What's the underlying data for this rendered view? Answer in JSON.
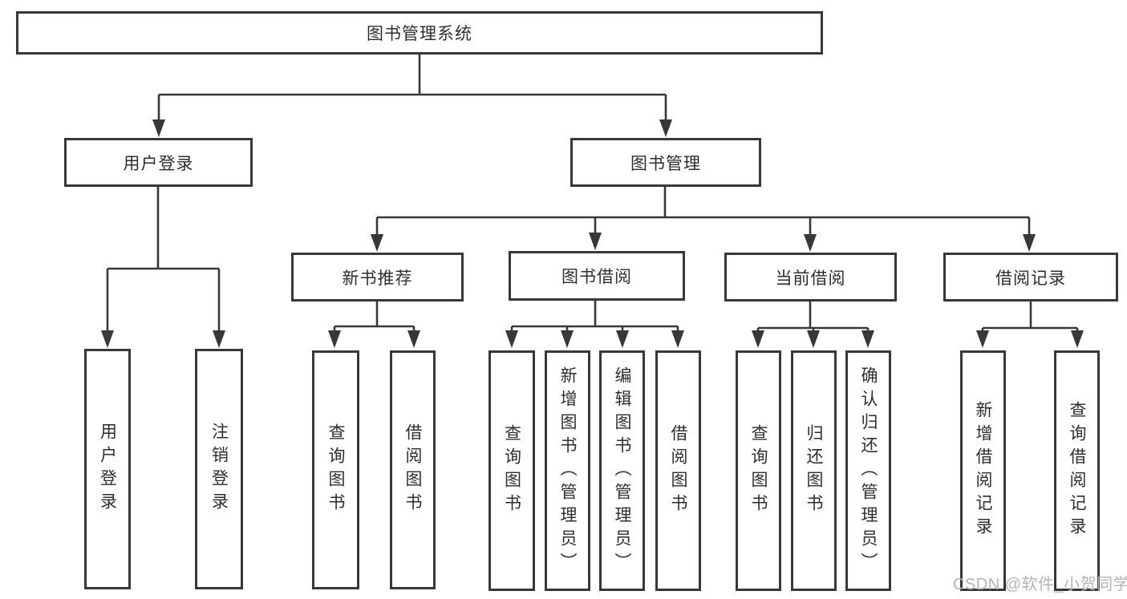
{
  "tree": {
    "label": "图书管理系统",
    "children": [
      {
        "label": "用户登录",
        "children": [
          {
            "label": "用户登录"
          },
          {
            "label": "注销登录"
          }
        ]
      },
      {
        "label": "图书管理",
        "children": [
          {
            "label": "新书推荐",
            "children": [
              {
                "label": "查询图书"
              },
              {
                "label": "借阅图书"
              }
            ]
          },
          {
            "label": "图书借阅",
            "children": [
              {
                "label": "查询图书"
              },
              {
                "label": "新增图书（管理员）"
              },
              {
                "label": "编辑图书（管理员）"
              },
              {
                "label": "借阅图书"
              }
            ]
          },
          {
            "label": "当前借阅",
            "children": [
              {
                "label": "查询图书"
              },
              {
                "label": "归还图书"
              },
              {
                "label": "确认归还（管理员）"
              }
            ]
          },
          {
            "label": "借阅记录",
            "children": [
              {
                "label": "新增借阅记录"
              },
              {
                "label": "查询借阅记录"
              }
            ]
          }
        ]
      }
    ]
  },
  "watermark": {
    "text": "CSDN @软件_小贺同学"
  },
  "colors": {
    "line": "#383838",
    "box_border": "#383838",
    "text": "#2e2e2e",
    "watermark": "#b4b4b6",
    "background": "#ffffff"
  }
}
